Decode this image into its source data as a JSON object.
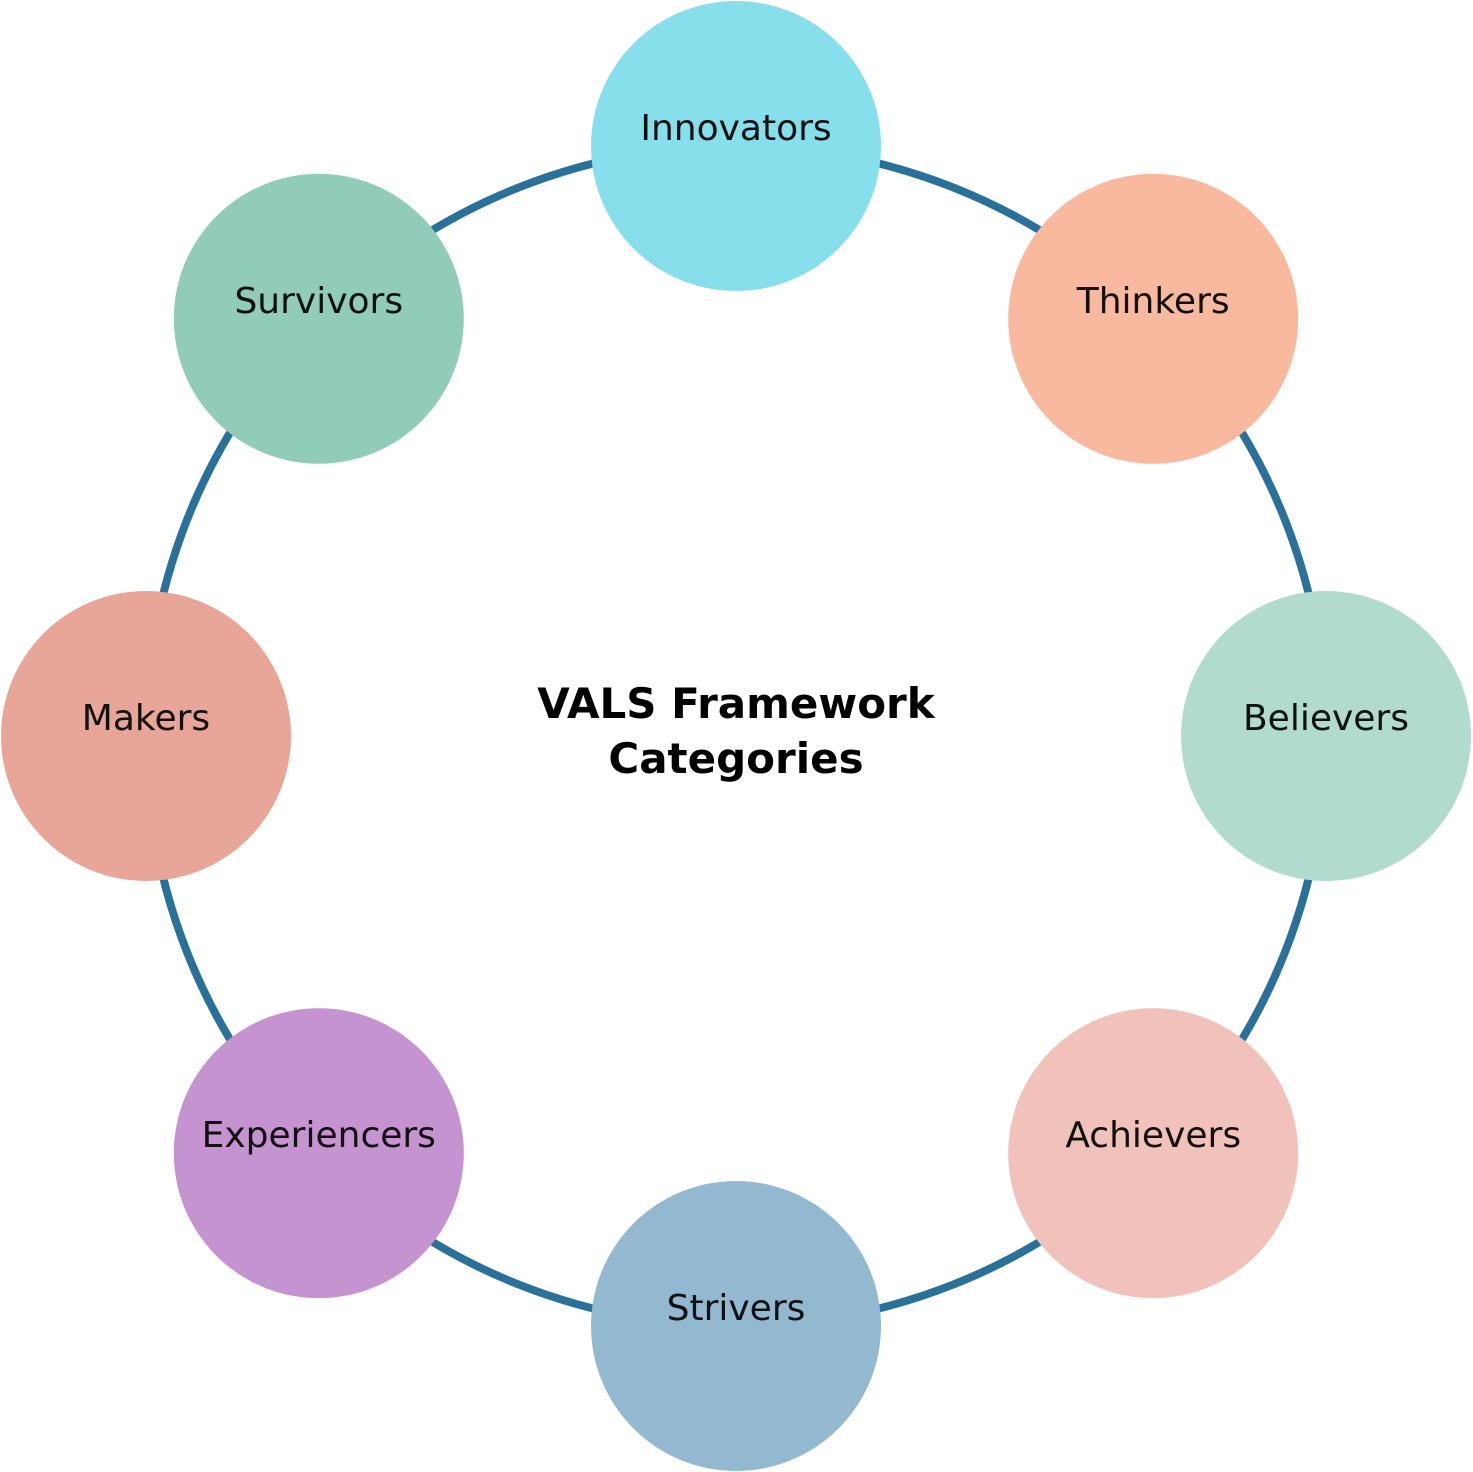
{
  "diagram": {
    "title_lines": [
      "VALS Framework",
      "Categories"
    ],
    "ring_color": "#2a7199",
    "nodes": [
      {
        "label": "Innovators",
        "color": "#87dfeb"
      },
      {
        "label": "Thinkers",
        "color": "#f8b99e"
      },
      {
        "label": "Believers",
        "color": "#b0dbce"
      },
      {
        "label": "Achievers",
        "color": "#f0c2b9"
      },
      {
        "label": "Strivers",
        "color": "#93b9d1"
      },
      {
        "label": "Experiencers",
        "color": "#c593cf"
      },
      {
        "label": "Makers",
        "color": "#e7a698"
      },
      {
        "label": "Survivors",
        "color": "#91cbba"
      }
    ]
  }
}
